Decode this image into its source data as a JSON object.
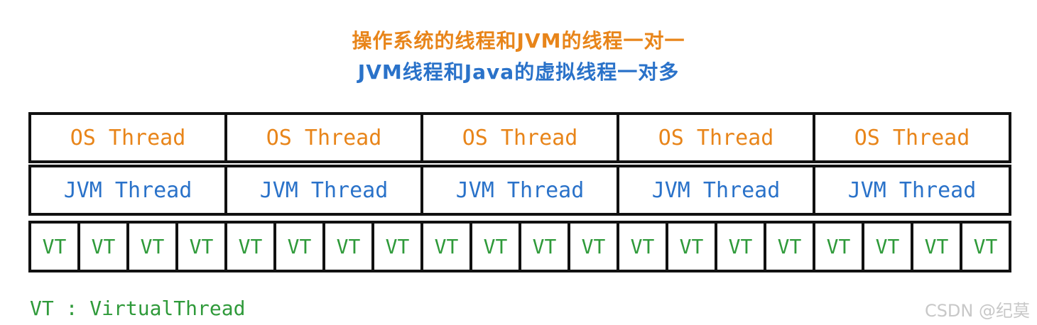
{
  "titles": {
    "line1": "操作系统的线程和JVM的线程一对一",
    "line2": "JVM线程和Java的虚拟线程一对多"
  },
  "colors": {
    "os": "#e8851a",
    "jvm": "#2a72c9",
    "vt": "#2f9a3a",
    "border": "#111111"
  },
  "os_threads": [
    "OS Thread",
    "OS Thread",
    "OS Thread",
    "OS Thread",
    "OS Thread"
  ],
  "jvm_threads": [
    "JVM Thread",
    "JVM Thread",
    "JVM Thread",
    "JVM Thread",
    "JVM Thread"
  ],
  "virtual_threads": [
    "VT",
    "VT",
    "VT",
    "VT",
    "VT",
    "VT",
    "VT",
    "VT",
    "VT",
    "VT",
    "VT",
    "VT",
    "VT",
    "VT",
    "VT",
    "VT",
    "VT",
    "VT",
    "VT",
    "VT"
  ],
  "legend": "VT : VirtualThread",
  "watermark": "CSDN @纪莫"
}
